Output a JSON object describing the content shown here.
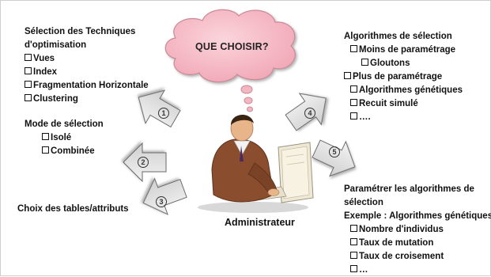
{
  "cloud": {
    "text": "QUE CHOISIR?"
  },
  "center": {
    "label": "Administrateur"
  },
  "step1": {
    "title_lines": [
      "Sélection des Techniques",
      "d'optimisation"
    ],
    "items": [
      "Vues",
      "Index",
      "Fragmentation Horizontale",
      "Clustering"
    ],
    "number": "1"
  },
  "step2": {
    "title": "Mode de sélection",
    "items": [
      "Isolé",
      "Combinée"
    ],
    "number": "2"
  },
  "step3": {
    "title": "Choix des tables/attributs",
    "number": "3"
  },
  "step4": {
    "title": "Algorithmes de sélection",
    "group1": "Moins de paramétrage",
    "group1_items": [
      "Gloutons"
    ],
    "group2": "Plus de paramétrage",
    "group2_items": [
      "Algorithmes génétiques",
      "Recuit simulé",
      "…."
    ],
    "number": "4"
  },
  "step5": {
    "title_lines": [
      "Paramétrer les algorithmes de",
      "sélection"
    ],
    "example": "Exemple : Algorithmes génétiques",
    "items": [
      "Nombre d'individus",
      "Taux de mutation",
      "Taux de croisement",
      "…"
    ],
    "number": "5"
  },
  "colors": {
    "cloud_fill": "#f4b6c2",
    "cloud_stroke": "#c98a96",
    "arrow_fill": "#e2e2e2",
    "arrow_stroke": "#6a6a6a",
    "suit": "#8a4d2e",
    "skin": "#e8b48a"
  }
}
